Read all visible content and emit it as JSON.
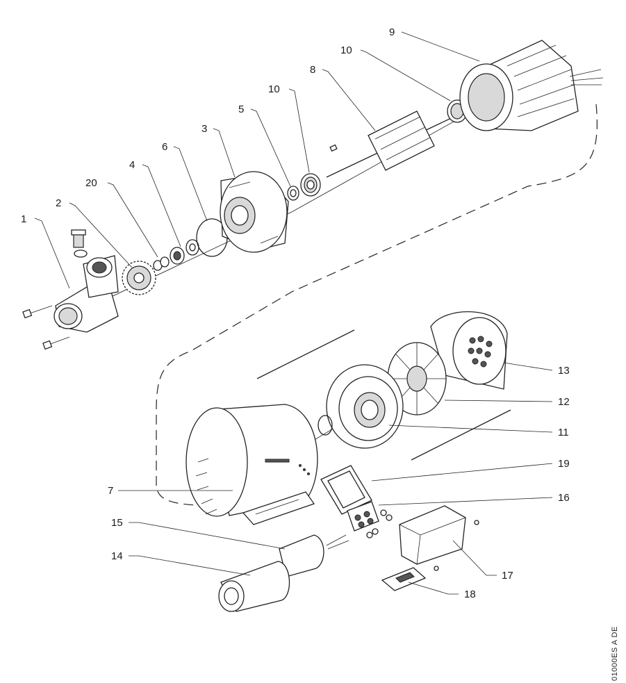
{
  "diagram": {
    "type": "exploded-parts-view",
    "document_code": "01000ES A DE",
    "callouts": [
      {
        "id": "c1",
        "label": "1"
      },
      {
        "id": "c2",
        "label": "2"
      },
      {
        "id": "c20",
        "label": "20"
      },
      {
        "id": "c4",
        "label": "4"
      },
      {
        "id": "c6",
        "label": "6"
      },
      {
        "id": "c3",
        "label": "3"
      },
      {
        "id": "c5",
        "label": "5"
      },
      {
        "id": "c10a",
        "label": "10"
      },
      {
        "id": "c8",
        "label": "8"
      },
      {
        "id": "c10b",
        "label": "10"
      },
      {
        "id": "c9",
        "label": "9"
      },
      {
        "id": "c13",
        "label": "13"
      },
      {
        "id": "c12",
        "label": "12"
      },
      {
        "id": "c11",
        "label": "11"
      },
      {
        "id": "c19",
        "label": "19"
      },
      {
        "id": "c7",
        "label": "7"
      },
      {
        "id": "c16",
        "label": "16"
      },
      {
        "id": "c15",
        "label": "15"
      },
      {
        "id": "c14",
        "label": "14"
      },
      {
        "id": "c17",
        "label": "17"
      },
      {
        "id": "c18",
        "label": "18"
      }
    ]
  }
}
